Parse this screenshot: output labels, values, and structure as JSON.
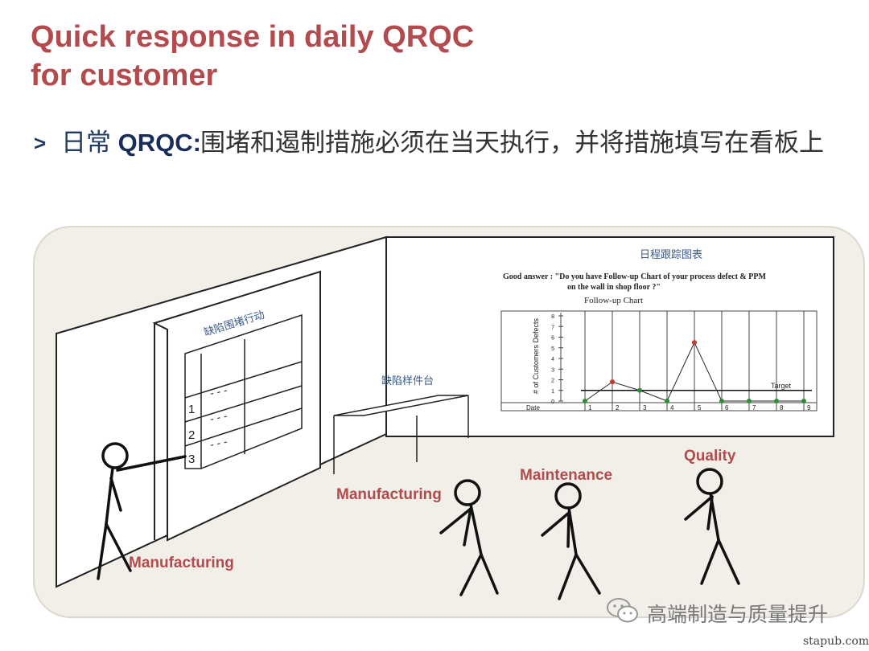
{
  "slide": {
    "title_line1": "Quick response in daily QRQC",
    "title_line2": "for customer",
    "bullet_marker": ">",
    "bullet_lead_prefix": "日常 ",
    "bullet_lead_bold": "QRQC:",
    "bullet_text": "围堵和遏制措施必须在当天执行，并将措施填写在看板上"
  },
  "illustration": {
    "board_title": "缺陷围堵行动",
    "board_rows": [
      "1",
      "2",
      "3"
    ],
    "board_dashes": "- - -",
    "table_label": "缺陷样件台",
    "wall_chart_title": "日程跟踪图表",
    "good_answer_line1": "Good answer : \"Do you have Follow-up Chart of your process defect & PPM",
    "good_answer_line2": "on the wall in shop floor ?\"",
    "followup_title": "Follow-up Chart",
    "y_axis_label": "# of Customers Defects",
    "x_axis_label": "Date",
    "target_label": "Target",
    "labels": {
      "manufacturing_left": "Manufacturing",
      "manufacturing_mid": "Manufacturing",
      "maintenance": "Maintenance",
      "quality": "Quality"
    }
  },
  "chart_data": {
    "type": "line",
    "title": "Follow-up Chart",
    "xlabel": "Date",
    "ylabel": "# of Customers Defects",
    "x": [
      1,
      2,
      3,
      4,
      5,
      6,
      7,
      8,
      9
    ],
    "y_ticks": [
      0,
      1,
      2,
      3,
      4,
      5,
      6,
      7,
      8
    ],
    "ylim": [
      0,
      8
    ],
    "series": [
      {
        "values": [
          0,
          1.8,
          1,
          0,
          5.5,
          0,
          0,
          0,
          0
        ]
      }
    ],
    "target": 1,
    "point_colors": [
      "#2e8b3a",
      "#c0392b",
      "#2e8b3a",
      "#2e8b3a",
      "#c0392b",
      "#2e8b3a",
      "#2e8b3a",
      "#2e8b3a",
      "#2e8b3a"
    ]
  },
  "footer": {
    "watermark": "高端制造与质量提升",
    "source": "stapub.com"
  },
  "colors": {
    "title": "#b24a4e",
    "bullet_lead": "#1f3a64",
    "label": "#b24a4e",
    "board_text": "#3a5a8a",
    "panel_bg": "#f2efe8"
  }
}
